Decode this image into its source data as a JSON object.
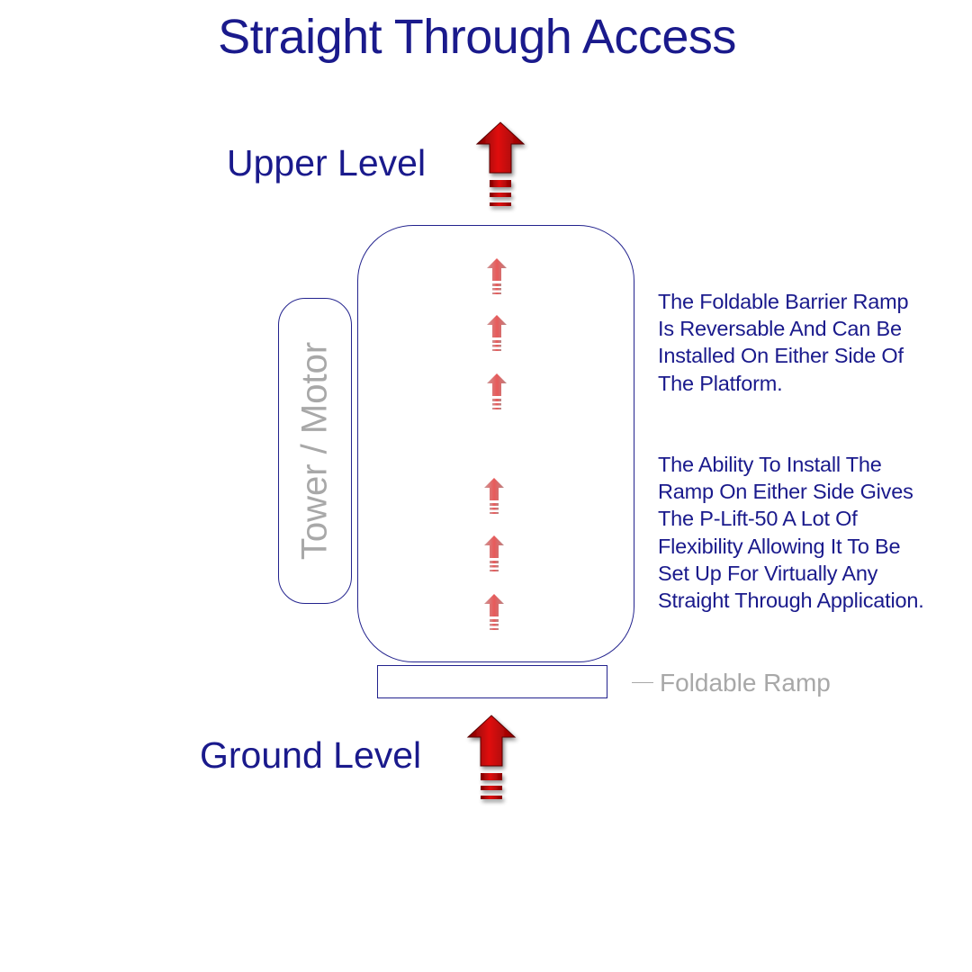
{
  "title": "Straight Through Access",
  "labels": {
    "upper_level": "Upper Level",
    "ground_level": "Ground Level",
    "tower_motor": "Tower / Motor",
    "foldable_ramp": "Foldable Ramp"
  },
  "notes": [
    {
      "lines": [
        "The Foldable Barrier Ramp",
        "Is Reversable And Can Be",
        "Installed On Either Side Of",
        "The Platform."
      ]
    },
    {
      "lines": [
        "The Ability To Install The",
        "Ramp On Either Side Gives",
        "The P-Lift-50 A Lot Of",
        "Flexibility Allowing It To Be",
        "Set Up For Virtually Any",
        "Straight Through Application."
      ]
    }
  ],
  "colors": {
    "text_primary": "#1a1a8c",
    "text_secondary": "#a8a8a8",
    "outline": "#23238e",
    "arrow_red": "#cc0000"
  },
  "icons": {
    "big_arrow": "up-arrow-icon",
    "small_arrow": "small-up-arrow-icon"
  }
}
